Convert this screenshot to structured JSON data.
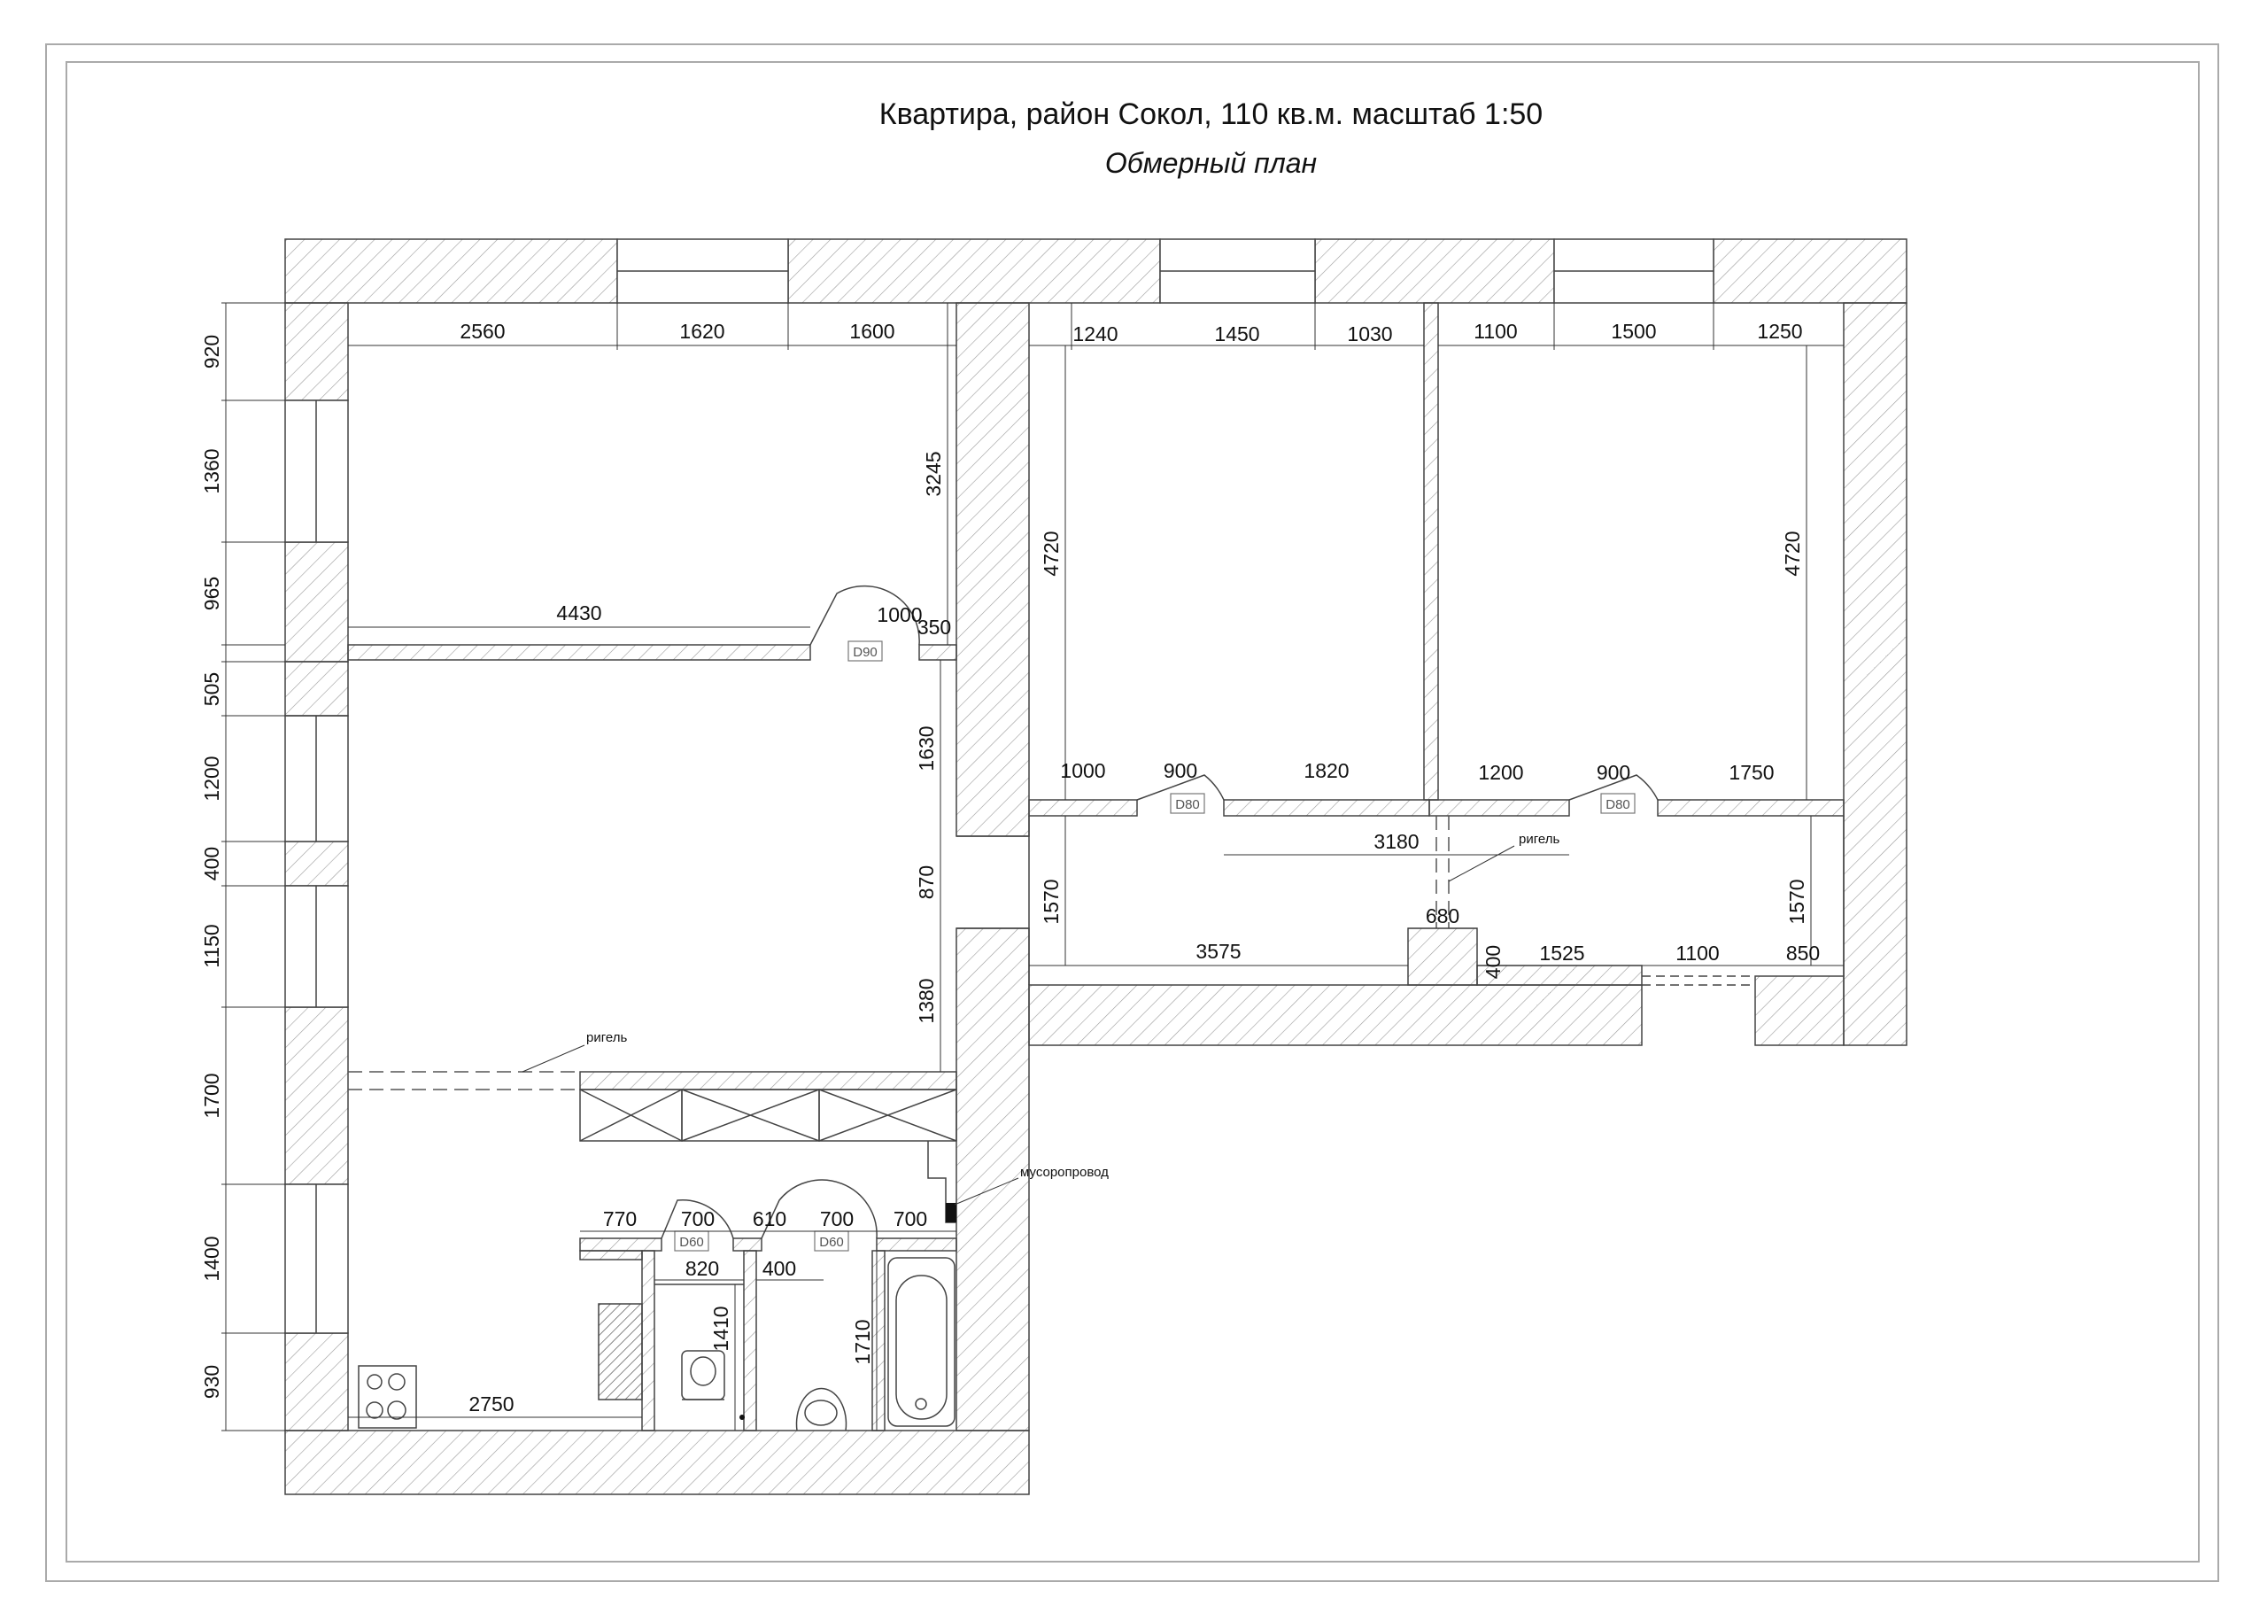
{
  "header": {
    "title": "Квартира, район Сокол, 110 кв.м.  масштаб 1:50",
    "subtitle": "Обмерный план"
  },
  "dimensions": {
    "top_left_room": [
      "2560",
      "1620",
      "1600"
    ],
    "top_middle_room": [
      "1240",
      "1450",
      "1030"
    ],
    "top_right_room": [
      "1100",
      "1500",
      "1250"
    ],
    "left_side": [
      "920",
      "1360",
      "965",
      "505",
      "1200",
      "400",
      "1150",
      "1700",
      "1400",
      "930"
    ],
    "room_partition_length": "4430",
    "door_width_left": "1000",
    "wall_stub_right": "350",
    "left_room_height": "3245",
    "middle_room_height": "4720",
    "right_room_height": "4720",
    "corridor_right_wall_1": "1630",
    "corridor_opening": "870",
    "corridor_right_wall_2": "1380",
    "middle_bottom_segments": [
      "1000",
      "900",
      "1820"
    ],
    "right_bottom_segments": [
      "1200",
      "900",
      "1750"
    ],
    "beam_span": "3180",
    "corridor_left_height": "1570",
    "corridor_right_height": "1570",
    "corridor_bottom_left": "3575",
    "column_width": "680",
    "step_height": "400",
    "corridor_bottom_right": [
      "1525",
      "1100",
      "850"
    ],
    "bath_row": [
      "770",
      "700",
      "610",
      "700",
      "700"
    ],
    "wc_width": "820",
    "wc_depth": "1410",
    "niche_width": "400",
    "bath_depth": "1710",
    "kitchen_length": "2750"
  },
  "door_tags": {
    "d90": "D90",
    "d80_left": "D80",
    "d80_right": "D80",
    "d60_wc": "D60",
    "d60_bath": "D60"
  },
  "notes": {
    "beam_left": "ригель",
    "beam_right": "ригель",
    "chute": "мусоропровод"
  }
}
